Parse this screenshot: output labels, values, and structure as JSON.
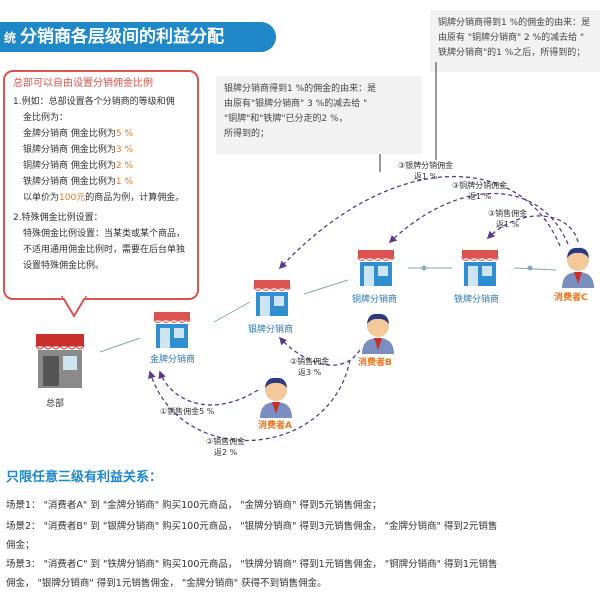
{
  "banner": {
    "prefix": "统",
    "title": "分销商各层级间的利益分配"
  },
  "note_top_right": {
    "l1": "铜牌分销商得到1 %的佣金的由来：是",
    "l2": "由原有 \"铜牌分销商\" 2 %的减去给 \"",
    "l3": "铁牌分销商\"的1 %之后，所得到的；"
  },
  "note_mid": {
    "l1": "银牌分销商得到1 %的佣金的由来：是",
    "l2": "由原有\"银牌分销商\" 3 %的减去给 \"",
    "l3": "\"铜牌\"和\"铁牌\"已分走的2 %，",
    "l4": "所得到的；"
  },
  "left_box": {
    "head": "总部可以自由设置分销佣金比例",
    "p1a": "1.例如：总部设置各个分销商的等级和佣",
    "p1b": "金比例为：",
    "r1_label": "金牌分销商 佣金比例为",
    "r1_val": "5 %",
    "r2_label": "银牌分销商 佣金比例为",
    "r2_val": "3 %",
    "r3_label": "铜牌分销商 佣金比例为",
    "r3_val": "2 %",
    "r4_label": "铁牌分销商 佣金比例为",
    "r4_val": "1 %",
    "p1c_pre": "以单价为",
    "p1c_price": "100元",
    "p1c_post": "的商品为例，计算佣金。",
    "p2a": "2.特殊佣金比例设置：",
    "p2b": "特殊佣金比例设置：当某类或某个商品，",
    "p2c": "不适用通用佣金比例时，需要在后台单独",
    "p2d": "设置特殊佣金比例。"
  },
  "nodes": {
    "hq": "总部",
    "gold": "金牌分销商",
    "silver": "银牌分销商",
    "bronze": "铜牌分销商",
    "iron": "铁牌分销商",
    "consumer_a": "消费者A",
    "consumer_b": "消费者B",
    "consumer_c": "消费者C"
  },
  "flows": {
    "c_bronze_1": "③银牌分销佣金",
    "c_bronze_2": "返1 %",
    "c_iron_1": "③铜牌分销佣金",
    "c_iron_2": "返1 %",
    "c_iron2_1": "③销售佣金",
    "c_iron2_2": "返1 %",
    "b_1": "②销售佣金",
    "b_2": "返3 %",
    "a_1": "①销售佣金5 %",
    "a2_1": "②销售佣金",
    "a2_2": "返2 %"
  },
  "scenarios": {
    "title": "只限任意三级有利益关系：",
    "s1": "场景1：  \"消费者A\" 到 \"金牌分销商\" 购买100元商品， \"金牌分销商\" 得到5元销售佣金；",
    "s2a": "场景2：  \"消费者B\" 到 \"银牌分销商\" 购买100元商品， \"银牌分销商\" 得到3元销售佣金， \"金牌分销商\" 得到2元销售",
    "s2b": "佣金；",
    "s3a": "场景3：  \"消费者C\" 到 \"铁牌分销商\" 购买100元商品， \"铁牌分销商\" 得到1元销售佣金， \"铜牌分销商\" 得到1元销售",
    "s3b": "佣金， \"银牌分销商\" 得到1元销售佣金， \"金牌分销商\" 获得不到销售佣金。"
  },
  "colors": {
    "accent": "#1e88c8",
    "highlight": "#e87722",
    "border_red": "#d9534f"
  }
}
